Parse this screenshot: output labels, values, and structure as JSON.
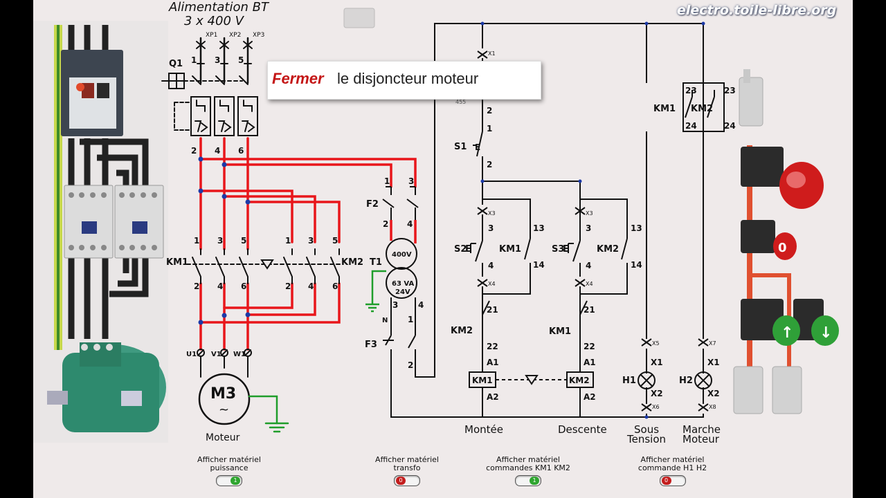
{
  "site": "electro.toile-libre.org",
  "supply": {
    "title": "Alimentation BT",
    "voltage": "3 x 400 V"
  },
  "callout": {
    "emphasis": "Fermer",
    "text": "le disjoncteur moteur"
  },
  "power": {
    "breaker": "Q1",
    "phases": [
      "XP1",
      "XP2",
      "XP3"
    ],
    "poles_top": [
      "1",
      "3",
      "5"
    ],
    "poles_out": [
      "2",
      "4",
      "6"
    ],
    "km1": "KM1",
    "km2": "KM2",
    "term": [
      "U1",
      "V1",
      "W1"
    ],
    "motor_symbol": "M3",
    "motor_tilde": "~",
    "motor_label": "Moteur"
  },
  "transfo": {
    "fuse": "F2",
    "fuse2": "F3",
    "label": "T1",
    "primary": "400V",
    "secondary_power": "63 VA",
    "secondary_v": "24V",
    "neutral": "N",
    "hidden_num": "455"
  },
  "control": {
    "x1": "X1",
    "s1": "S1",
    "s1_e": "E",
    "x3": "X3",
    "x4": "X4",
    "s2": "S2",
    "s3": "S3",
    "km1": "KM1",
    "km2": "KM2",
    "n13": "13",
    "n14": "14",
    "n21": "21",
    "n22": "22",
    "a1": "A1",
    "a2": "A2",
    "n23": "23",
    "n24": "24",
    "x5": "X5",
    "x6": "X6",
    "x7": "X7",
    "x8": "X8",
    "h1": "H1",
    "h2": "H2",
    "lamp_x1": "X1",
    "lamp_x2": "X2",
    "n1": "1",
    "n2": "2",
    "n3": "3",
    "n4": "4",
    "labels": {
      "up": "Montée",
      "down": "Descente",
      "sous1": "Sous",
      "sous2": "Tension",
      "marche1": "Marche",
      "marche2": "Moteur"
    }
  },
  "toggles": [
    {
      "line1": "Afficher matériel",
      "line2": "puissance",
      "state": "on"
    },
    {
      "line1": "Afficher matériel",
      "line2": "transfo",
      "state": "off"
    },
    {
      "line1": "Afficher matériel",
      "line2": "commandes KM1   KM2",
      "state": "on"
    },
    {
      "line1": "Afficher matériel",
      "line2": "commande H1  H2",
      "state": "off"
    }
  ],
  "buttons": {
    "stop": "0",
    "up": "↑",
    "down": "↓"
  },
  "colors": {
    "live": "#e8161b",
    "wire": "#111111",
    "earth": "#1f9d2a",
    "control_accent": "#1a3a8a",
    "stop_btn": "#d61616",
    "go_btn": "#2fa038"
  }
}
